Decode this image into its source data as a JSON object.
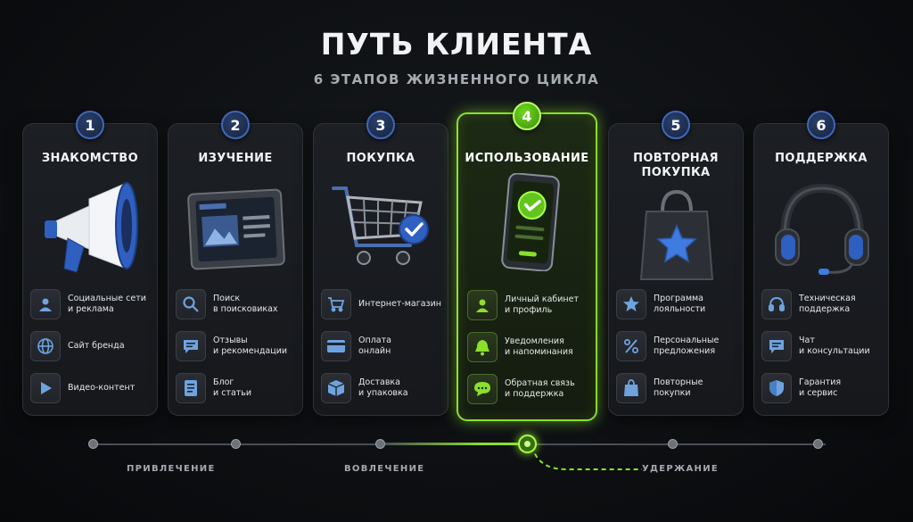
{
  "title": "ПУТЬ КЛИЕНТА",
  "subtitle": "6 ЭТАПОВ ЖИЗНЕННОГО ЦИКЛА",
  "colors": {
    "accent_blue": "#3e68b8",
    "accent_green": "#8be02b",
    "card_bg": "#1a1d21"
  },
  "stages": [
    {
      "number": "1",
      "title": "ЗНАКОМСТВО",
      "illustration": "megaphone-icon",
      "items": [
        {
          "icon": "user-icon",
          "text": "Социальные сети\nи реклама"
        },
        {
          "icon": "globe-icon",
          "text": "Сайт бренда"
        },
        {
          "icon": "play-icon",
          "text": "Видео-контент"
        }
      ]
    },
    {
      "number": "2",
      "title": "ИЗУЧЕНИЕ",
      "illustration": "tablet-icon",
      "items": [
        {
          "icon": "search-icon",
          "text": "Поиск\nв поисковиках"
        },
        {
          "icon": "chat-icon",
          "text": "Отзывы\nи рекомендации"
        },
        {
          "icon": "document-icon",
          "text": "Блог\nи статьи"
        }
      ]
    },
    {
      "number": "3",
      "title": "ПОКУПКА",
      "illustration": "cart-icon",
      "items": [
        {
          "icon": "cart-icon",
          "text": "Интернет-магазин"
        },
        {
          "icon": "card-icon",
          "text": "Оплата\nонлайн"
        },
        {
          "icon": "box-icon",
          "text": "Доставка\nи упаковка"
        }
      ]
    },
    {
      "number": "4",
      "title": "ИСПОЛЬЗОВАНИЕ",
      "illustration": "phone-check-icon",
      "items": [
        {
          "icon": "user-icon",
          "text": "Личный кабинет\nи профиль"
        },
        {
          "icon": "bell-icon",
          "text": "Уведомления\nи напоминания"
        },
        {
          "icon": "chat-icon",
          "text": "Обратная связь\nи поддержка"
        }
      ]
    },
    {
      "number": "5",
      "title": "ПОВТОРНАЯ\nПОКУПКА",
      "illustration": "shopping-bag-icon",
      "items": [
        {
          "icon": "star-icon",
          "text": "Программа\nлояльности"
        },
        {
          "icon": "percent-icon",
          "text": "Персональные\nпредложения"
        },
        {
          "icon": "bag-icon",
          "text": "Повторные\nпокупки"
        }
      ]
    },
    {
      "number": "6",
      "title": "ПОДДЕРЖКА",
      "illustration": "headset-icon",
      "items": [
        {
          "icon": "headset-icon",
          "text": "Техническая\nподдержка"
        },
        {
          "icon": "chat-icon",
          "text": "Чат\nи консультации"
        },
        {
          "icon": "shield-icon",
          "text": "Гарантия\nи сервис"
        }
      ]
    }
  ],
  "timeline": {
    "phases": [
      "ПРИВЛЕЧЕНИЕ",
      "ВОВЛЕЧЕНИЕ",
      "УДЕРЖАНИЕ"
    ],
    "active_stage": 4
  }
}
